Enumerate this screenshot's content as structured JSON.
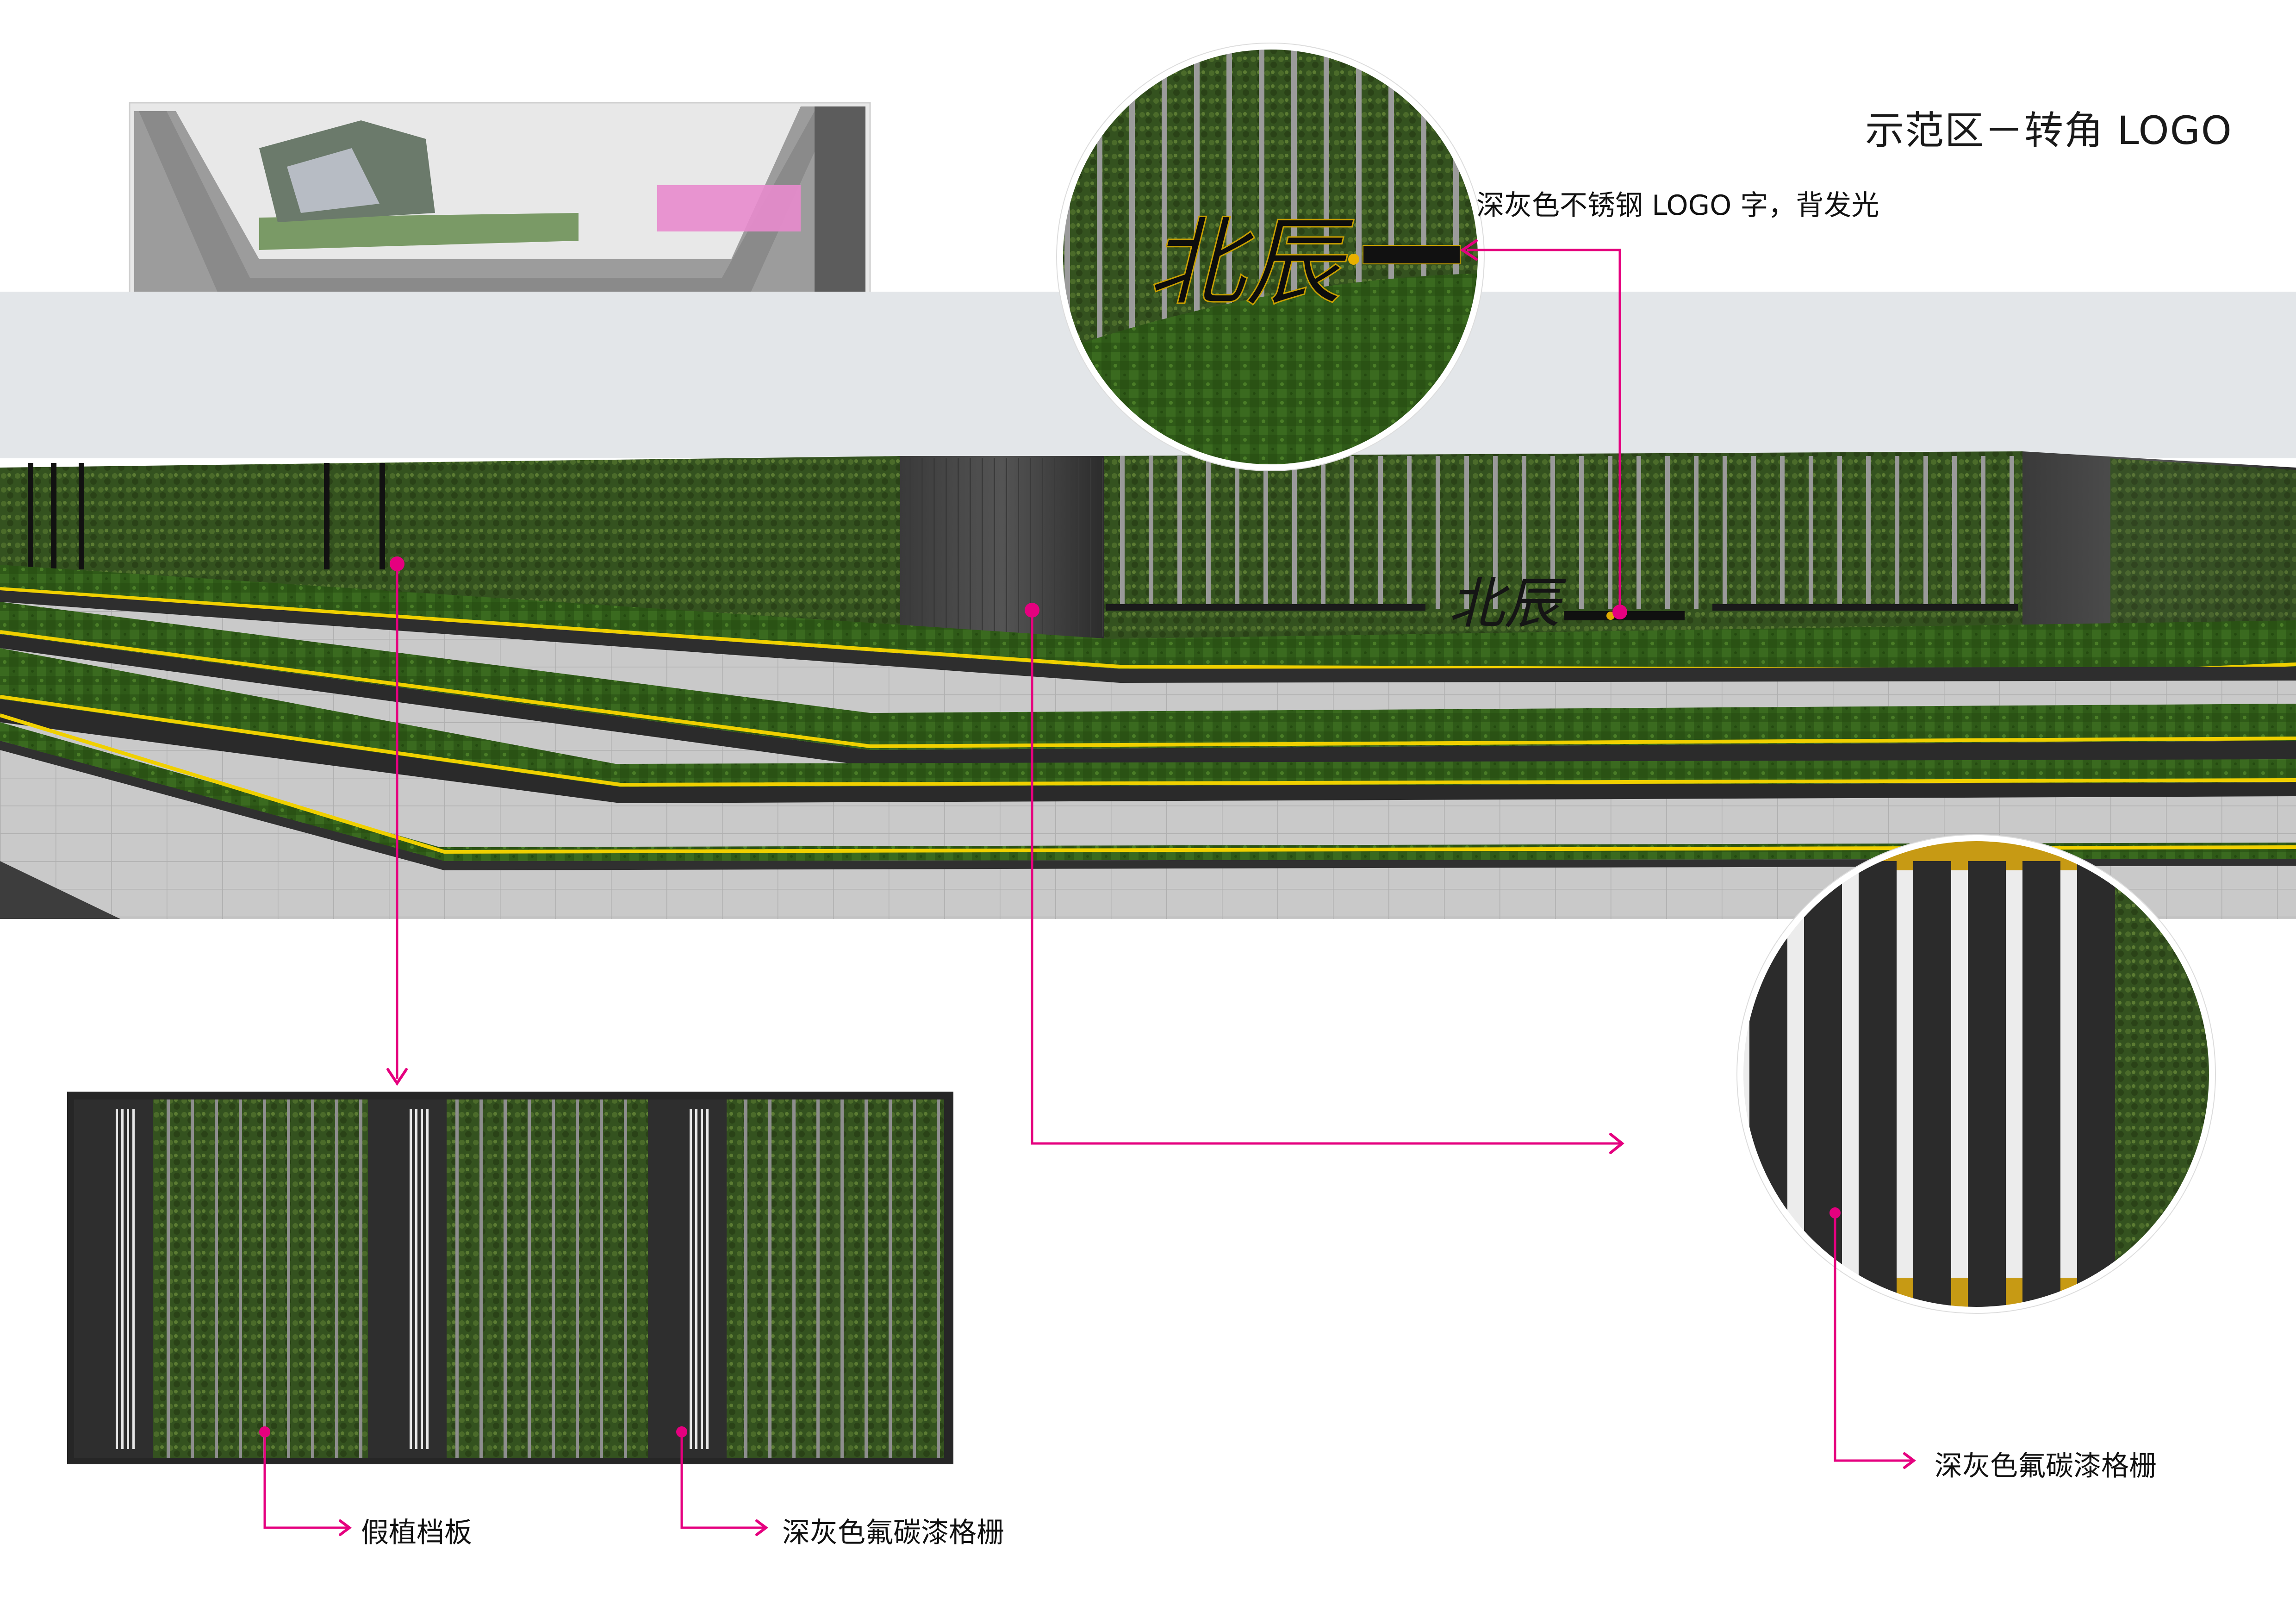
{
  "title": "示范区－转角 LOGO",
  "colors": {
    "callout": "#e5007f",
    "grass_dark": "#1f3d12",
    "grass_mid": "#3f6e1e",
    "metal_dark": "#2b2b2b",
    "edge_yellow": "#e8c400",
    "paving": "#c8c8c8",
    "sky": "#e6e8ea"
  },
  "callouts": {
    "logo": "深灰色不锈钢 LOGO 字，背发光",
    "panel": "假植档板",
    "grille_bottom": "深灰色氟碳漆格栅",
    "grille_right": "深灰色氟碳漆格栅"
  },
  "icons": {
    "arrow": "arrow-head-icon",
    "dot": "callout-dot-icon"
  }
}
